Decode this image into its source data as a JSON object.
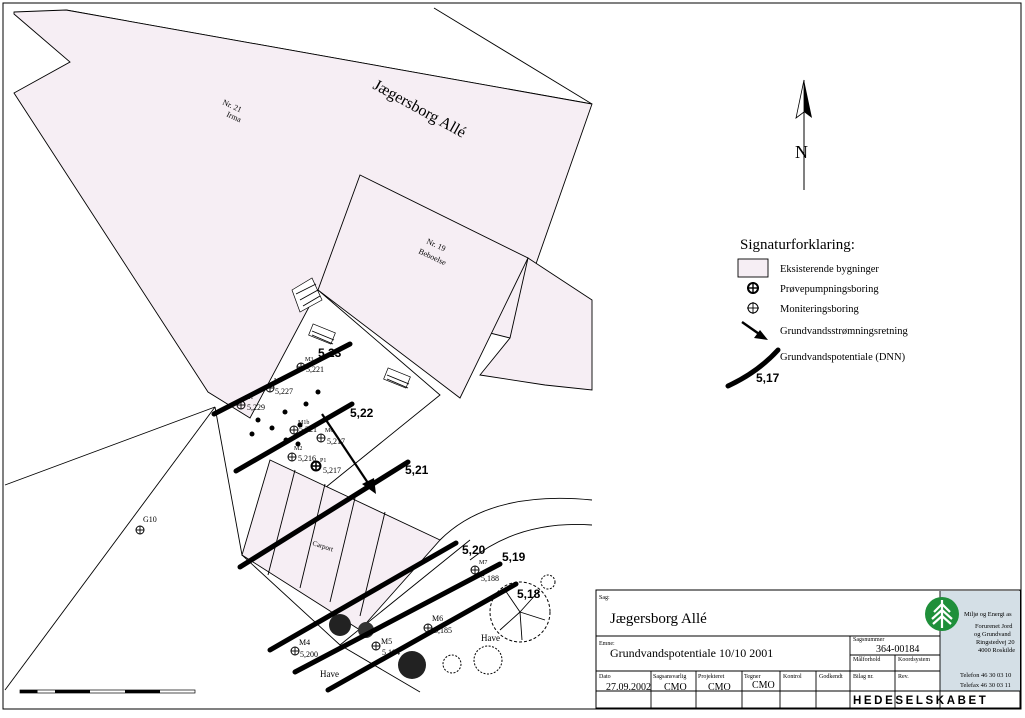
{
  "map": {
    "street_name": "Jægersborg Allé",
    "buildings": [
      {
        "number": "Nr. 21",
        "name": "Irma"
      },
      {
        "number": "Nr. 19",
        "name": "Beboelse"
      }
    ],
    "area_labels": {
      "have_bottom": "Have",
      "have_right": "Have",
      "garage": "Carport"
    },
    "north_label": "N",
    "boreholes": [
      {
        "id": "M3",
        "value": "5,221"
      },
      {
        "id": "M2",
        "value": "5,227"
      },
      {
        "id": "M1",
        "value": "5,229"
      },
      {
        "id": "M1b",
        "value": "5,221"
      },
      {
        "id": "M6",
        "value": "5,217"
      },
      {
        "id": "M2",
        "value": "5,216"
      },
      {
        "id": "P1",
        "value": "5,217"
      },
      {
        "id": "G10",
        "value": ""
      },
      {
        "id": "M7",
        "value": "5,188"
      },
      {
        "id": "M6",
        "value": "5,185"
      },
      {
        "id": "M4",
        "value": "5,200"
      },
      {
        "id": "M5",
        "value": "5,184"
      }
    ],
    "contours": [
      "5,23",
      "5,22",
      "5,21",
      "5,20",
      "5,19",
      "5,18"
    ]
  },
  "legend": {
    "title": "Signaturforklaring:",
    "items": [
      {
        "label": "Eksisterende bygninger",
        "symbol": "building-swatch-icon"
      },
      {
        "label": "Prøvepumpningsboring",
        "symbol": "pump-borehole-icon"
      },
      {
        "label": "Moniteringsboring",
        "symbol": "monitoring-borehole-icon"
      },
      {
        "label": "Grundvandsstrømningsretning",
        "symbol": "flow-arrow-icon"
      },
      {
        "label": "Grundvandspotentiale (DNN)",
        "symbol": "contour-line-icon",
        "sample_value": "5,17"
      }
    ]
  },
  "title_block": {
    "sag_label": "Sag:",
    "sag_value": "Jægersborg Allé",
    "emne_label": "Emne:",
    "emne_value": "Grundvandspotentiale 10/10 2001",
    "sagsnummer_label": "Sagsnummer",
    "sagsnummer_value": "364-00184",
    "maalforhold_label": "Målforhold",
    "koordsystem_label": "Koordsystem",
    "dato_label": "Dato",
    "dato_value": "27.09.2002",
    "sagsansvarlig_label": "Sagsansvarlig",
    "sagsansvarlig_value": "CMO",
    "projekteret_label": "Projekteret",
    "projekteret_value": "CMO",
    "tegner_label": "Tegner",
    "tegner_value": "CMO",
    "kontrol_label": "Kontrol",
    "godkendt_label": "Godkendt",
    "bilag_label": "Bilag nr.",
    "rev_label": "Rev.",
    "brand": "HEDESELSKABET",
    "org_lines": [
      "Miljø og Energi as",
      "Forurenet Jord",
      "og Grundvand",
      "Ringstedvej 20",
      "4000 Roskilde"
    ],
    "phone": "Telefon 46 30 03 10",
    "fax": "Telefax 46 30 03 11"
  },
  "colors": {
    "building_fill": "#f6eef4",
    "brand_green": "#1f8f3a",
    "logo_panel": "#d4dfe6"
  }
}
